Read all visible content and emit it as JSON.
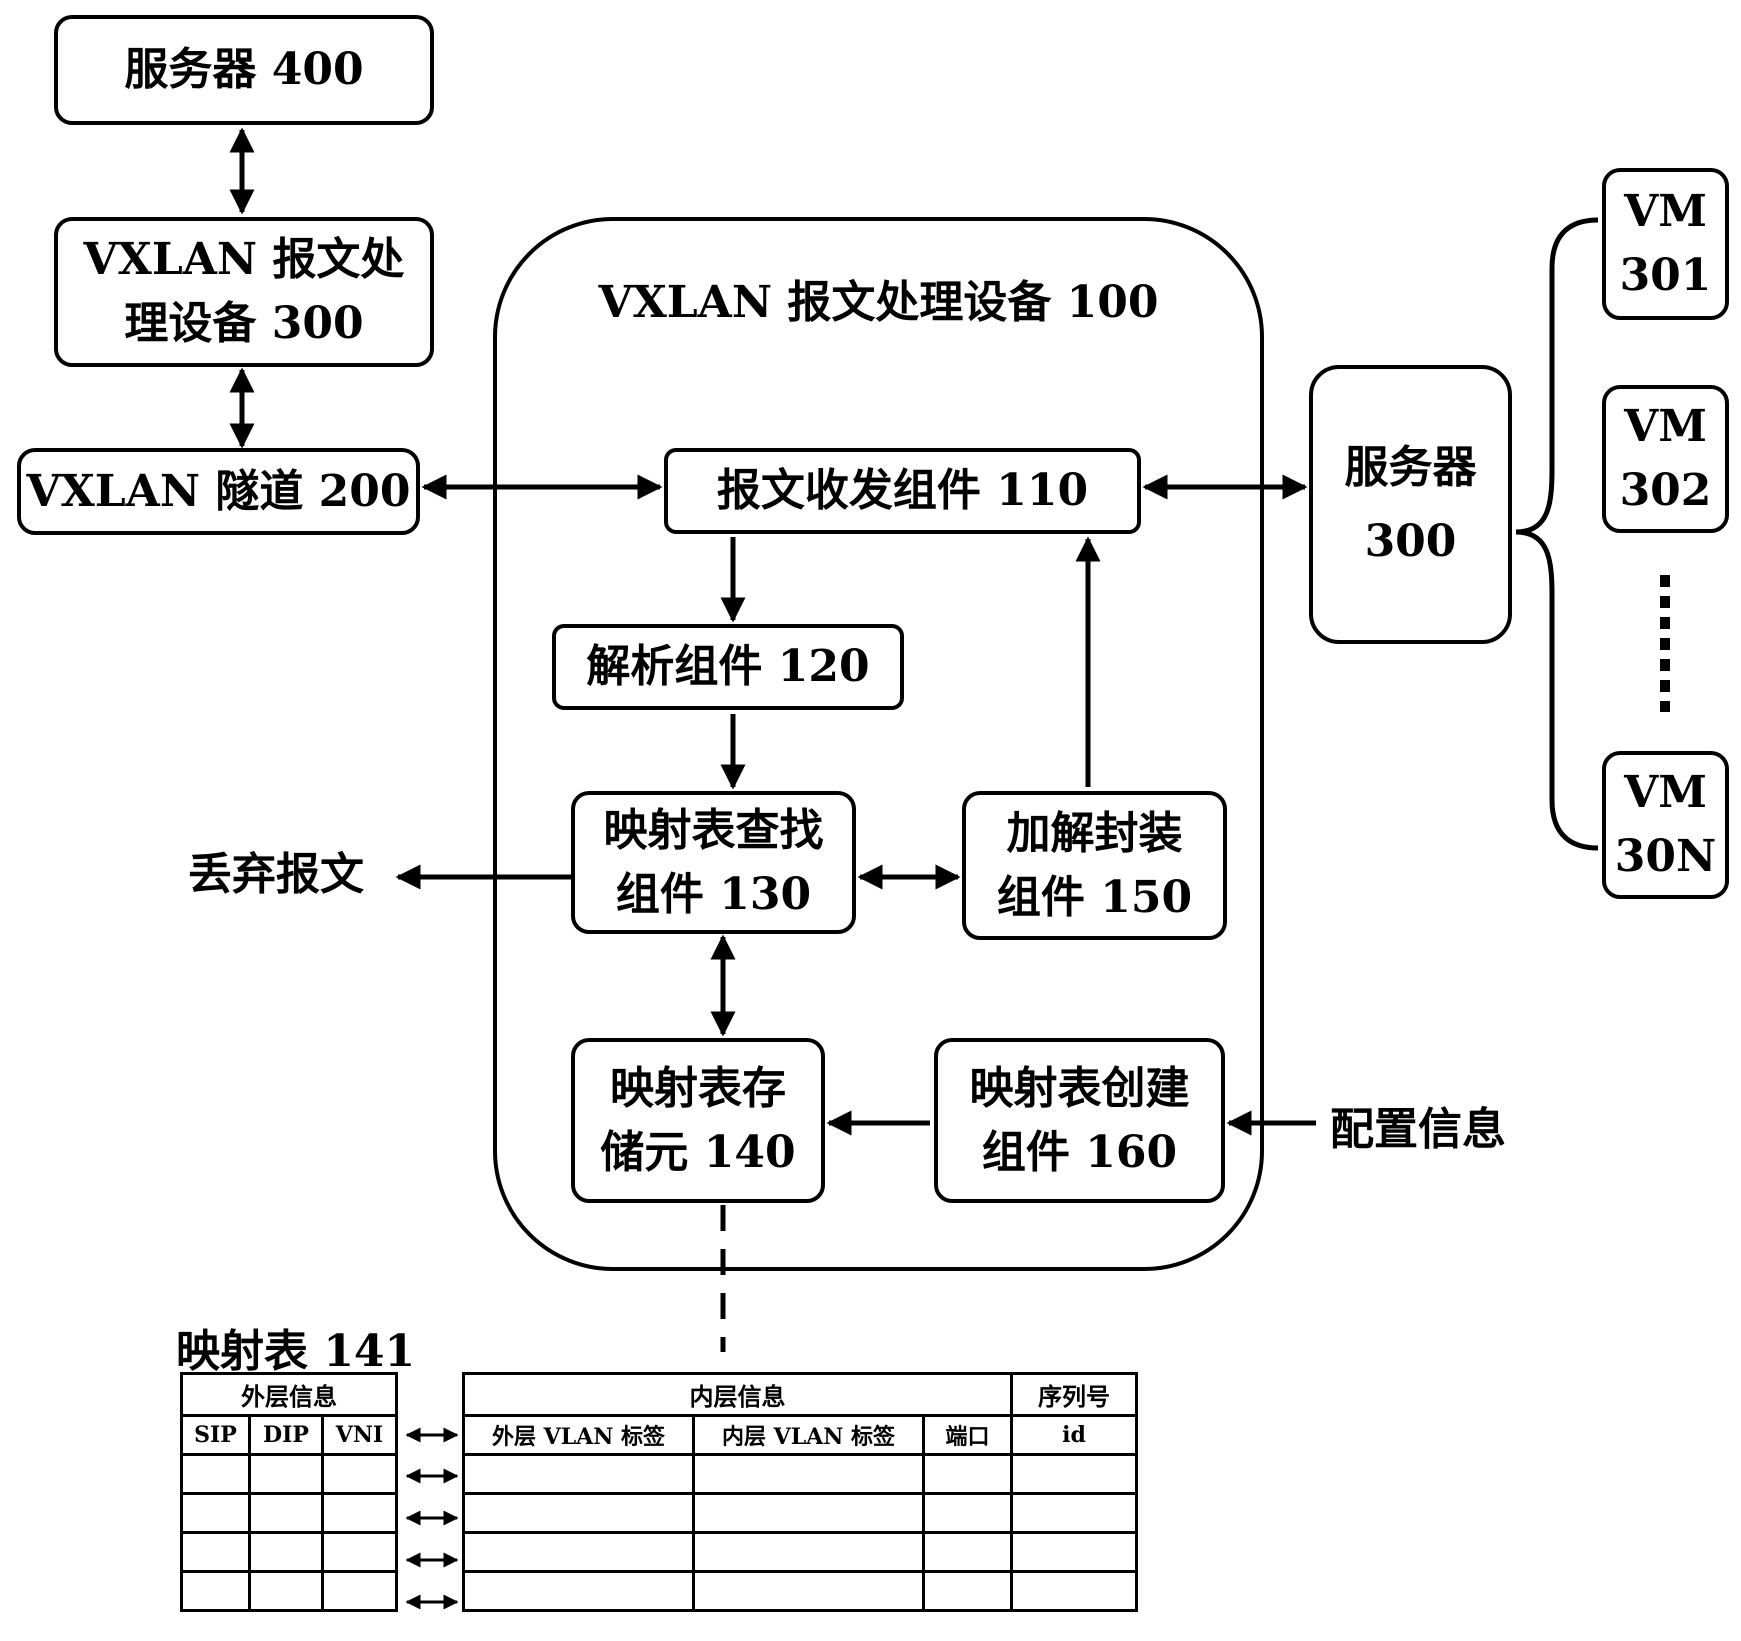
{
  "diagram": {
    "server_400": "服务器 400",
    "device_300": [
      "VXLAN 报文处",
      "理设备 300"
    ],
    "tunnel_200": "VXLAN 隧道 200",
    "device_100_title": "VXLAN 报文处理设备 100",
    "comp_110": "报文收发组件 110",
    "comp_120": "解析组件 120",
    "comp_130": [
      "映射表查找",
      "组件 130"
    ],
    "comp_150": [
      "加解封装",
      "组件 150"
    ],
    "comp_140": [
      "映射表存",
      "储元 140"
    ],
    "comp_160": [
      "映射表创建",
      "组件 160"
    ],
    "server_300": [
      "服务器",
      "300"
    ],
    "vm_301": [
      "VM",
      "301"
    ],
    "vm_302": [
      "VM",
      "302"
    ],
    "vm_30n": [
      "VM",
      "30N"
    ],
    "discard_label": "丢弃报文",
    "config_label": "配置信息",
    "table_title": "映射表 141"
  },
  "mapping_table": {
    "left_group": "外层信息",
    "left_cols": [
      "SIP",
      "DIP",
      "VNI"
    ],
    "right_group": "内层信息",
    "seq_group": "序列号",
    "right_cols": [
      "外层 VLAN 标签",
      "内层 VLAN 标签",
      "端口",
      "id"
    ],
    "empty_rows": 4
  }
}
